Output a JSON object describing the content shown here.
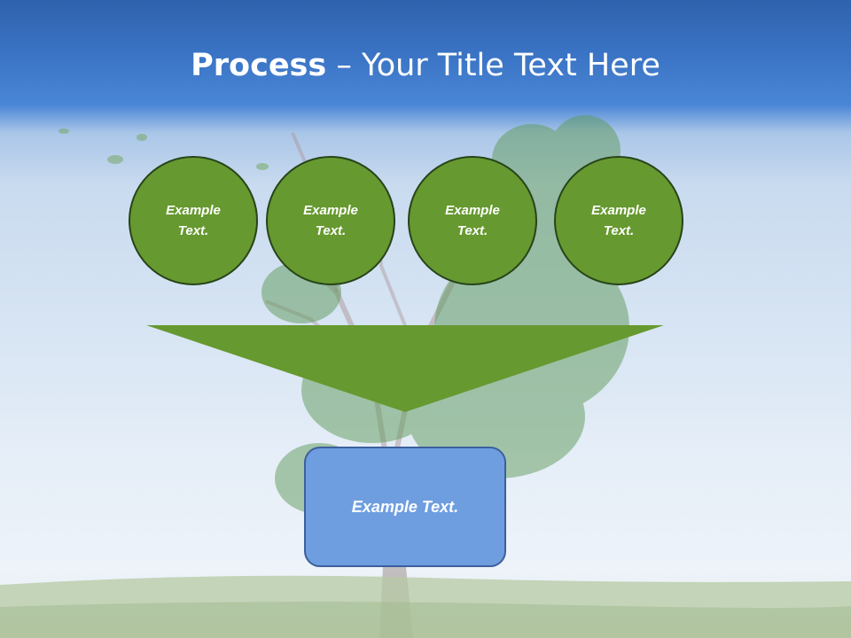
{
  "slide": {
    "title_bold": "Process",
    "title_rest": " – Your Title Text Here"
  },
  "circles": [
    {
      "text": "Example Text."
    },
    {
      "text": "Example Text."
    },
    {
      "text": "Example Text."
    },
    {
      "text": "Example Text."
    }
  ],
  "result_box": {
    "text": "Example Text."
  },
  "colors": {
    "header_blue": "#3a73c4",
    "circle_green": "#66992f",
    "circle_border": "#27441a",
    "funnel_green": "#66992f",
    "box_blue": "#6e9ee0",
    "box_border": "#3d5f9c"
  },
  "background": {
    "scene": [
      "sky",
      "tree",
      "grass"
    ]
  }
}
